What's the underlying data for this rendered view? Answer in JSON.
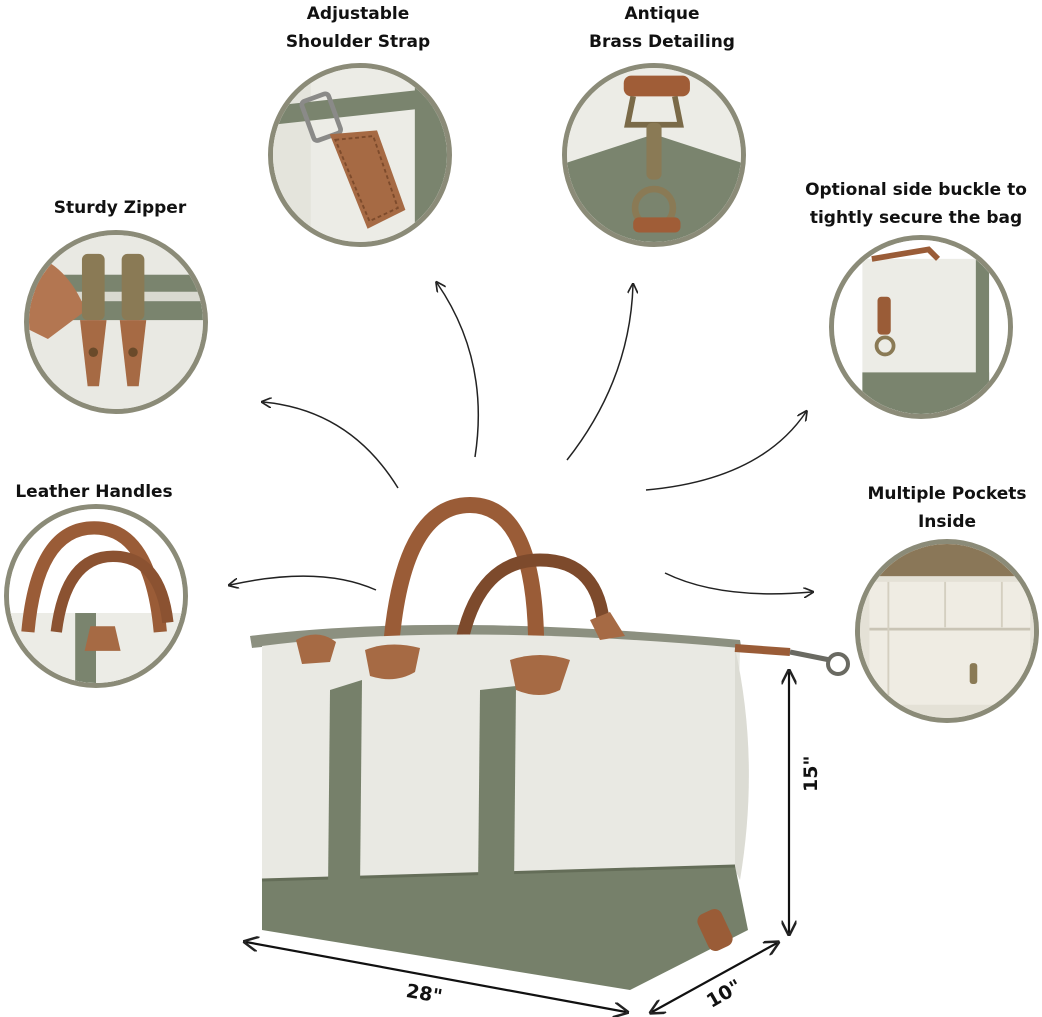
{
  "features": {
    "shoulder_strap": [
      "Adjustable",
      "Shoulder Strap"
    ],
    "brass": [
      "Antique",
      "Brass Detailing"
    ],
    "zipper": "Sturdy Zipper",
    "side_buckle": [
      "Optional side buckle to",
      "tightly secure the bag"
    ],
    "handles": "Leather Handles",
    "pockets": [
      "Multiple Pockets",
      "Inside"
    ]
  },
  "dimensions": {
    "width": "28\"",
    "depth": "10\"",
    "height": "15\""
  },
  "colors": {
    "canvas": "#e9e9e3",
    "olive": "#76806a",
    "leather": "#9a5c37",
    "ring": "#8b8b78",
    "brass": "#8a7a55"
  }
}
